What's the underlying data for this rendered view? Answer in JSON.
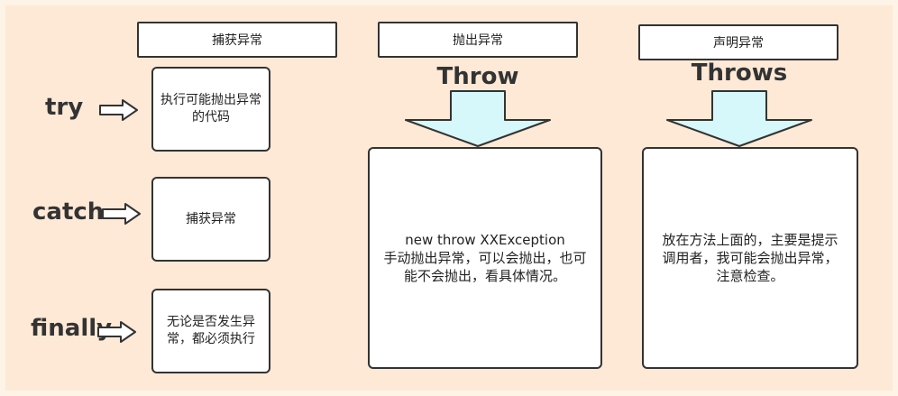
{
  "headers": {
    "catch_col": "捕获异常",
    "throw_col": "抛出异常",
    "throws_col": "声明异常"
  },
  "left": {
    "try": {
      "keyword": "try",
      "text": "执行可能抛出异常的代码"
    },
    "catch": {
      "keyword": "catch",
      "text": "捕获异常"
    },
    "finally": {
      "keyword": "finally",
      "text": "无论是否发生异常，都必须执行"
    }
  },
  "throw": {
    "keyword": "Throw",
    "line1": "new throw XXException",
    "line2": "手动抛出异常，可以会抛出，也可能不会抛出，看具体情况。"
  },
  "throws": {
    "keyword": "Throws",
    "text": "放在方法上面的，主要是提示调用者，我可能会抛出异常，注意检查。"
  },
  "colors": {
    "background": "#fde9d6",
    "arrow_fill": "#d6f8fb",
    "stroke": "#333333"
  }
}
